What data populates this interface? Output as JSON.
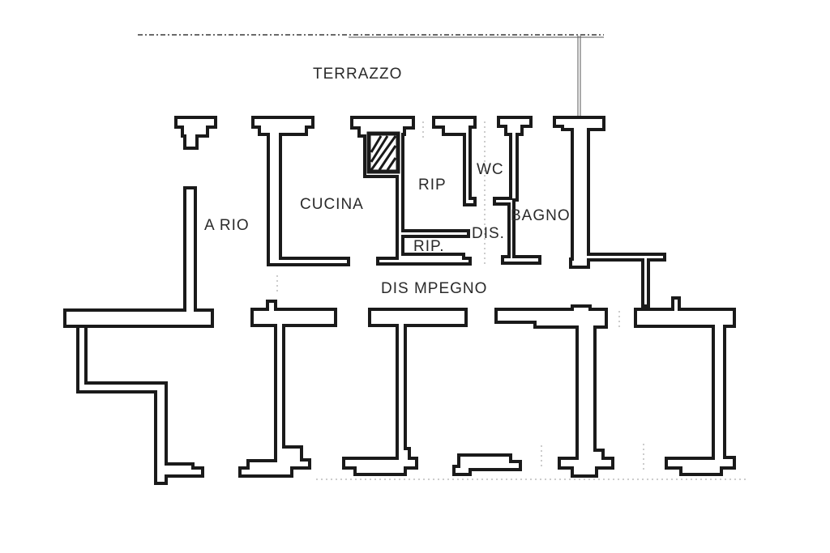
{
  "plan": {
    "rooms": {
      "terrazzo": "TERRAZZO",
      "atrio": "A RIO",
      "cucina": "CUCINA",
      "rip": "RIP",
      "rip2": "RIP.",
      "wc": "WC",
      "dis": "DIS.",
      "bagno": "BAGNO",
      "disimpegno": "DIS MPEGNO"
    }
  }
}
